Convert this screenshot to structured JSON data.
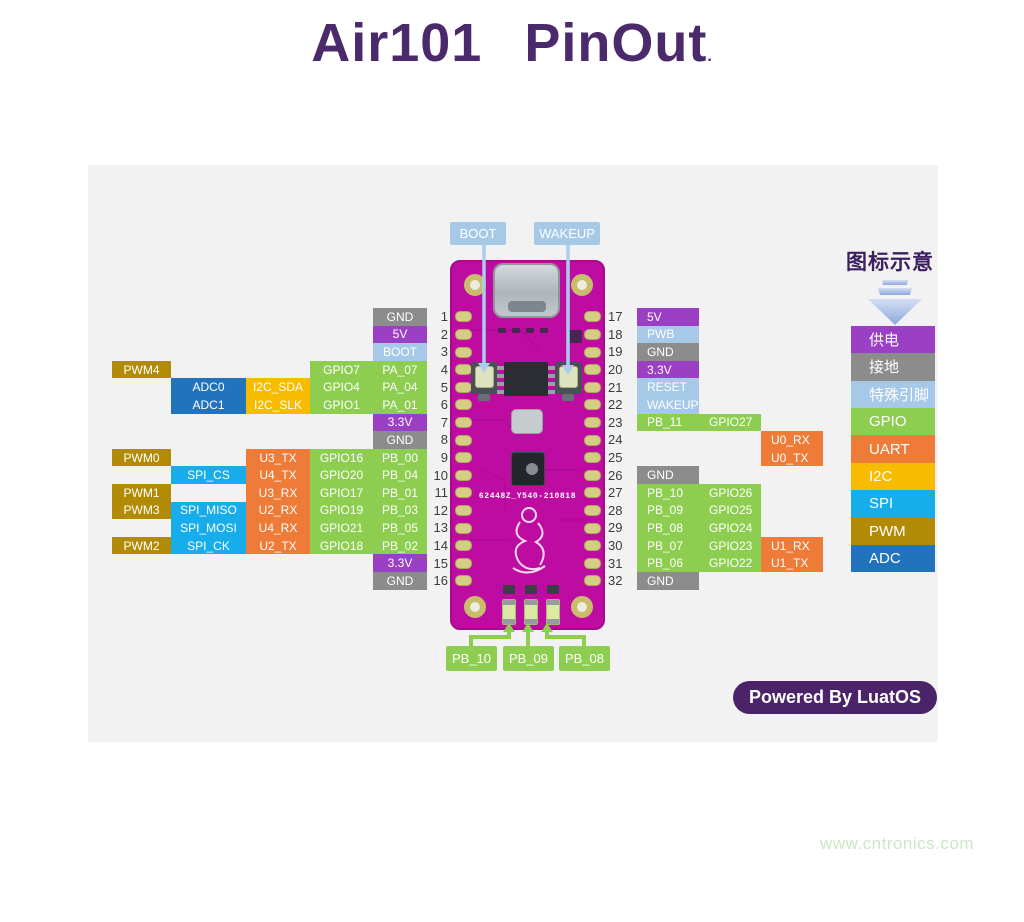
{
  "page": {
    "title_word1": "Air101",
    "title_word2": "PinOut",
    "title_dot": ".",
    "badge": "Powered By LuatOS",
    "watermark": "www.cntronics.com"
  },
  "colors": {
    "power": "#9B3FC4",
    "gnd": "#8C8C8C",
    "special": "#A6C9E8",
    "gpio": "#8DCE50",
    "uart": "#EE7B38",
    "i2c": "#F7BB00",
    "spi": "#17ACEA",
    "pwm": "#B18A06",
    "adc": "#2173BC",
    "board": "#BE0CA2",
    "title": "#4A2A6A",
    "badge_bg": "#4A2368",
    "panel": "#F2F2F2",
    "watermark": "#CCE7C5"
  },
  "board": {
    "silkscreen": "62448Z_Y540-210818"
  },
  "callouts": {
    "boot": "BOOT",
    "wakeup": "WAKEUP",
    "led1": "PB_10",
    "led2": "PB_09",
    "led3": "PB_08"
  },
  "legend": {
    "title": "图标示意",
    "items": [
      {
        "label": "供电",
        "type": "power"
      },
      {
        "label": "接地",
        "type": "gnd"
      },
      {
        "label": "特殊引脚",
        "type": "special"
      },
      {
        "label": "GPIO",
        "type": "gpio"
      },
      {
        "label": "UART",
        "type": "uart"
      },
      {
        "label": "I2C",
        "type": "i2c"
      },
      {
        "label": "SPI",
        "type": "spi"
      },
      {
        "label": "PWM",
        "type": "pwm"
      },
      {
        "label": "ADC",
        "type": "adc"
      }
    ]
  },
  "left_pins": [
    {
      "num": 1,
      "cells": [
        {
          "c": "pin",
          "t": "gnd",
          "label": "GND"
        }
      ]
    },
    {
      "num": 2,
      "cells": [
        {
          "c": "pin",
          "t": "power",
          "label": "5V"
        }
      ]
    },
    {
      "num": 3,
      "cells": [
        {
          "c": "pin",
          "t": "special",
          "label": "BOOT"
        }
      ]
    },
    {
      "num": 4,
      "cells": [
        {
          "c": "pwm",
          "t": "pwm",
          "label": "PWM4"
        },
        {
          "c": "gpio",
          "t": "gpio",
          "label": "GPIO7"
        },
        {
          "c": "pin",
          "t": "gpio",
          "label": "PA_07"
        }
      ]
    },
    {
      "num": 5,
      "cells": [
        {
          "c": "adc",
          "t": "adc",
          "label": "ADC0"
        },
        {
          "c": "func",
          "t": "i2c",
          "label": "I2C_SDA"
        },
        {
          "c": "gpio",
          "t": "gpio",
          "label": "GPIO4"
        },
        {
          "c": "pin",
          "t": "gpio",
          "label": "PA_04"
        }
      ]
    },
    {
      "num": 6,
      "cells": [
        {
          "c": "adc",
          "t": "adc",
          "label": "ADC1"
        },
        {
          "c": "func",
          "t": "i2c",
          "label": "I2C_SLK"
        },
        {
          "c": "gpio",
          "t": "gpio",
          "label": "GPIO1"
        },
        {
          "c": "pin",
          "t": "gpio",
          "label": "PA_01"
        }
      ]
    },
    {
      "num": 7,
      "cells": [
        {
          "c": "pin",
          "t": "power",
          "label": "3.3V"
        }
      ]
    },
    {
      "num": 8,
      "cells": [
        {
          "c": "pin",
          "t": "gnd",
          "label": "GND"
        }
      ]
    },
    {
      "num": 9,
      "cells": [
        {
          "c": "pwm",
          "t": "pwm",
          "label": "PWM0"
        },
        {
          "c": "func",
          "t": "uart",
          "label": "U3_TX"
        },
        {
          "c": "gpio",
          "t": "gpio",
          "label": "GPIO16"
        },
        {
          "c": "pin",
          "t": "gpio",
          "label": "PB_00"
        }
      ]
    },
    {
      "num": 10,
      "cells": [
        {
          "c": "adc",
          "t": "spi",
          "label": "SPI_CS"
        },
        {
          "c": "func",
          "t": "uart",
          "label": "U4_TX"
        },
        {
          "c": "gpio",
          "t": "gpio",
          "label": "GPIO20"
        },
        {
          "c": "pin",
          "t": "gpio",
          "label": "PB_04"
        }
      ]
    },
    {
      "num": 11,
      "cells": [
        {
          "c": "pwm",
          "t": "pwm",
          "label": "PWM1"
        },
        {
          "c": "func",
          "t": "uart",
          "label": "U3_RX"
        },
        {
          "c": "gpio",
          "t": "gpio",
          "label": "GPIO17"
        },
        {
          "c": "pin",
          "t": "gpio",
          "label": "PB_01"
        }
      ]
    },
    {
      "num": 12,
      "cells": [
        {
          "c": "pwm",
          "t": "pwm",
          "label": "PWM3"
        },
        {
          "c": "adc",
          "t": "spi",
          "label": "SPI_MISO"
        },
        {
          "c": "func",
          "t": "uart",
          "label": "U2_RX"
        },
        {
          "c": "gpio",
          "t": "gpio",
          "label": "GPIO19"
        },
        {
          "c": "pin",
          "t": "gpio",
          "label": "PB_03"
        }
      ]
    },
    {
      "num": 13,
      "cells": [
        {
          "c": "adc",
          "t": "spi",
          "label": "SPI_MOSI"
        },
        {
          "c": "func",
          "t": "uart",
          "label": "U4_RX"
        },
        {
          "c": "gpio",
          "t": "gpio",
          "label": "GPIO21"
        },
        {
          "c": "pin",
          "t": "gpio",
          "label": "PB_05"
        }
      ]
    },
    {
      "num": 14,
      "cells": [
        {
          "c": "pwm",
          "t": "pwm",
          "label": "PWM2"
        },
        {
          "c": "adc",
          "t": "spi",
          "label": "SPI_CK"
        },
        {
          "c": "func",
          "t": "uart",
          "label": "U2_TX"
        },
        {
          "c": "gpio",
          "t": "gpio",
          "label": "GPIO18"
        },
        {
          "c": "pin",
          "t": "gpio",
          "label": "PB_02"
        }
      ]
    },
    {
      "num": 15,
      "cells": [
        {
          "c": "pin",
          "t": "power",
          "label": "3.3V"
        }
      ]
    },
    {
      "num": 16,
      "cells": [
        {
          "c": "pin",
          "t": "gnd",
          "label": "GND"
        }
      ]
    }
  ],
  "right_pins": [
    {
      "num": 17,
      "cells": [
        {
          "c": "pin",
          "t": "power",
          "label": "5V"
        }
      ]
    },
    {
      "num": 18,
      "cells": [
        {
          "c": "pin",
          "t": "special",
          "label": "PWB"
        }
      ]
    },
    {
      "num": 19,
      "cells": [
        {
          "c": "pin",
          "t": "gnd",
          "label": "GND"
        }
      ]
    },
    {
      "num": 20,
      "cells": [
        {
          "c": "pin",
          "t": "power",
          "label": "3.3V"
        }
      ]
    },
    {
      "num": 21,
      "cells": [
        {
          "c": "pin",
          "t": "special",
          "label": "RESET"
        }
      ]
    },
    {
      "num": 22,
      "cells": [
        {
          "c": "pin",
          "t": "special",
          "label": "WAKEUP"
        }
      ]
    },
    {
      "num": 23,
      "cells": [
        {
          "c": "pin",
          "t": "gpio",
          "label": "PB_11"
        },
        {
          "c": "gpio",
          "t": "gpio",
          "label": "GPIO27"
        }
      ]
    },
    {
      "num": 24,
      "cells": [
        {
          "c": "uart",
          "t": "uart",
          "label": "U0_RX"
        }
      ]
    },
    {
      "num": 25,
      "cells": [
        {
          "c": "uart",
          "t": "uart",
          "label": "U0_TX"
        }
      ]
    },
    {
      "num": 26,
      "cells": [
        {
          "c": "pin",
          "t": "gnd",
          "label": "GND"
        }
      ]
    },
    {
      "num": 27,
      "cells": [
        {
          "c": "pin",
          "t": "gpio",
          "label": "PB_10"
        },
        {
          "c": "gpio",
          "t": "gpio",
          "label": "GPIO26"
        }
      ]
    },
    {
      "num": 28,
      "cells": [
        {
          "c": "pin",
          "t": "gpio",
          "label": "PB_09"
        },
        {
          "c": "gpio",
          "t": "gpio",
          "label": "GPIO25"
        }
      ]
    },
    {
      "num": 29,
      "cells": [
        {
          "c": "pin",
          "t": "gpio",
          "label": "PB_08"
        },
        {
          "c": "gpio",
          "t": "gpio",
          "label": "GPIO24"
        }
      ]
    },
    {
      "num": 30,
      "cells": [
        {
          "c": "pin",
          "t": "gpio",
          "label": "PB_07"
        },
        {
          "c": "gpio",
          "t": "gpio",
          "label": "GPIO23"
        },
        {
          "c": "uart",
          "t": "uart",
          "label": "U1_RX"
        }
      ]
    },
    {
      "num": 31,
      "cells": [
        {
          "c": "pin",
          "t": "gpio",
          "label": "PB_06"
        },
        {
          "c": "gpio",
          "t": "gpio",
          "label": "GPIO22"
        },
        {
          "c": "uart",
          "t": "uart",
          "label": "U1_TX"
        }
      ]
    },
    {
      "num": 32,
      "cells": [
        {
          "c": "pin",
          "t": "gnd",
          "label": "GND"
        }
      ]
    }
  ]
}
